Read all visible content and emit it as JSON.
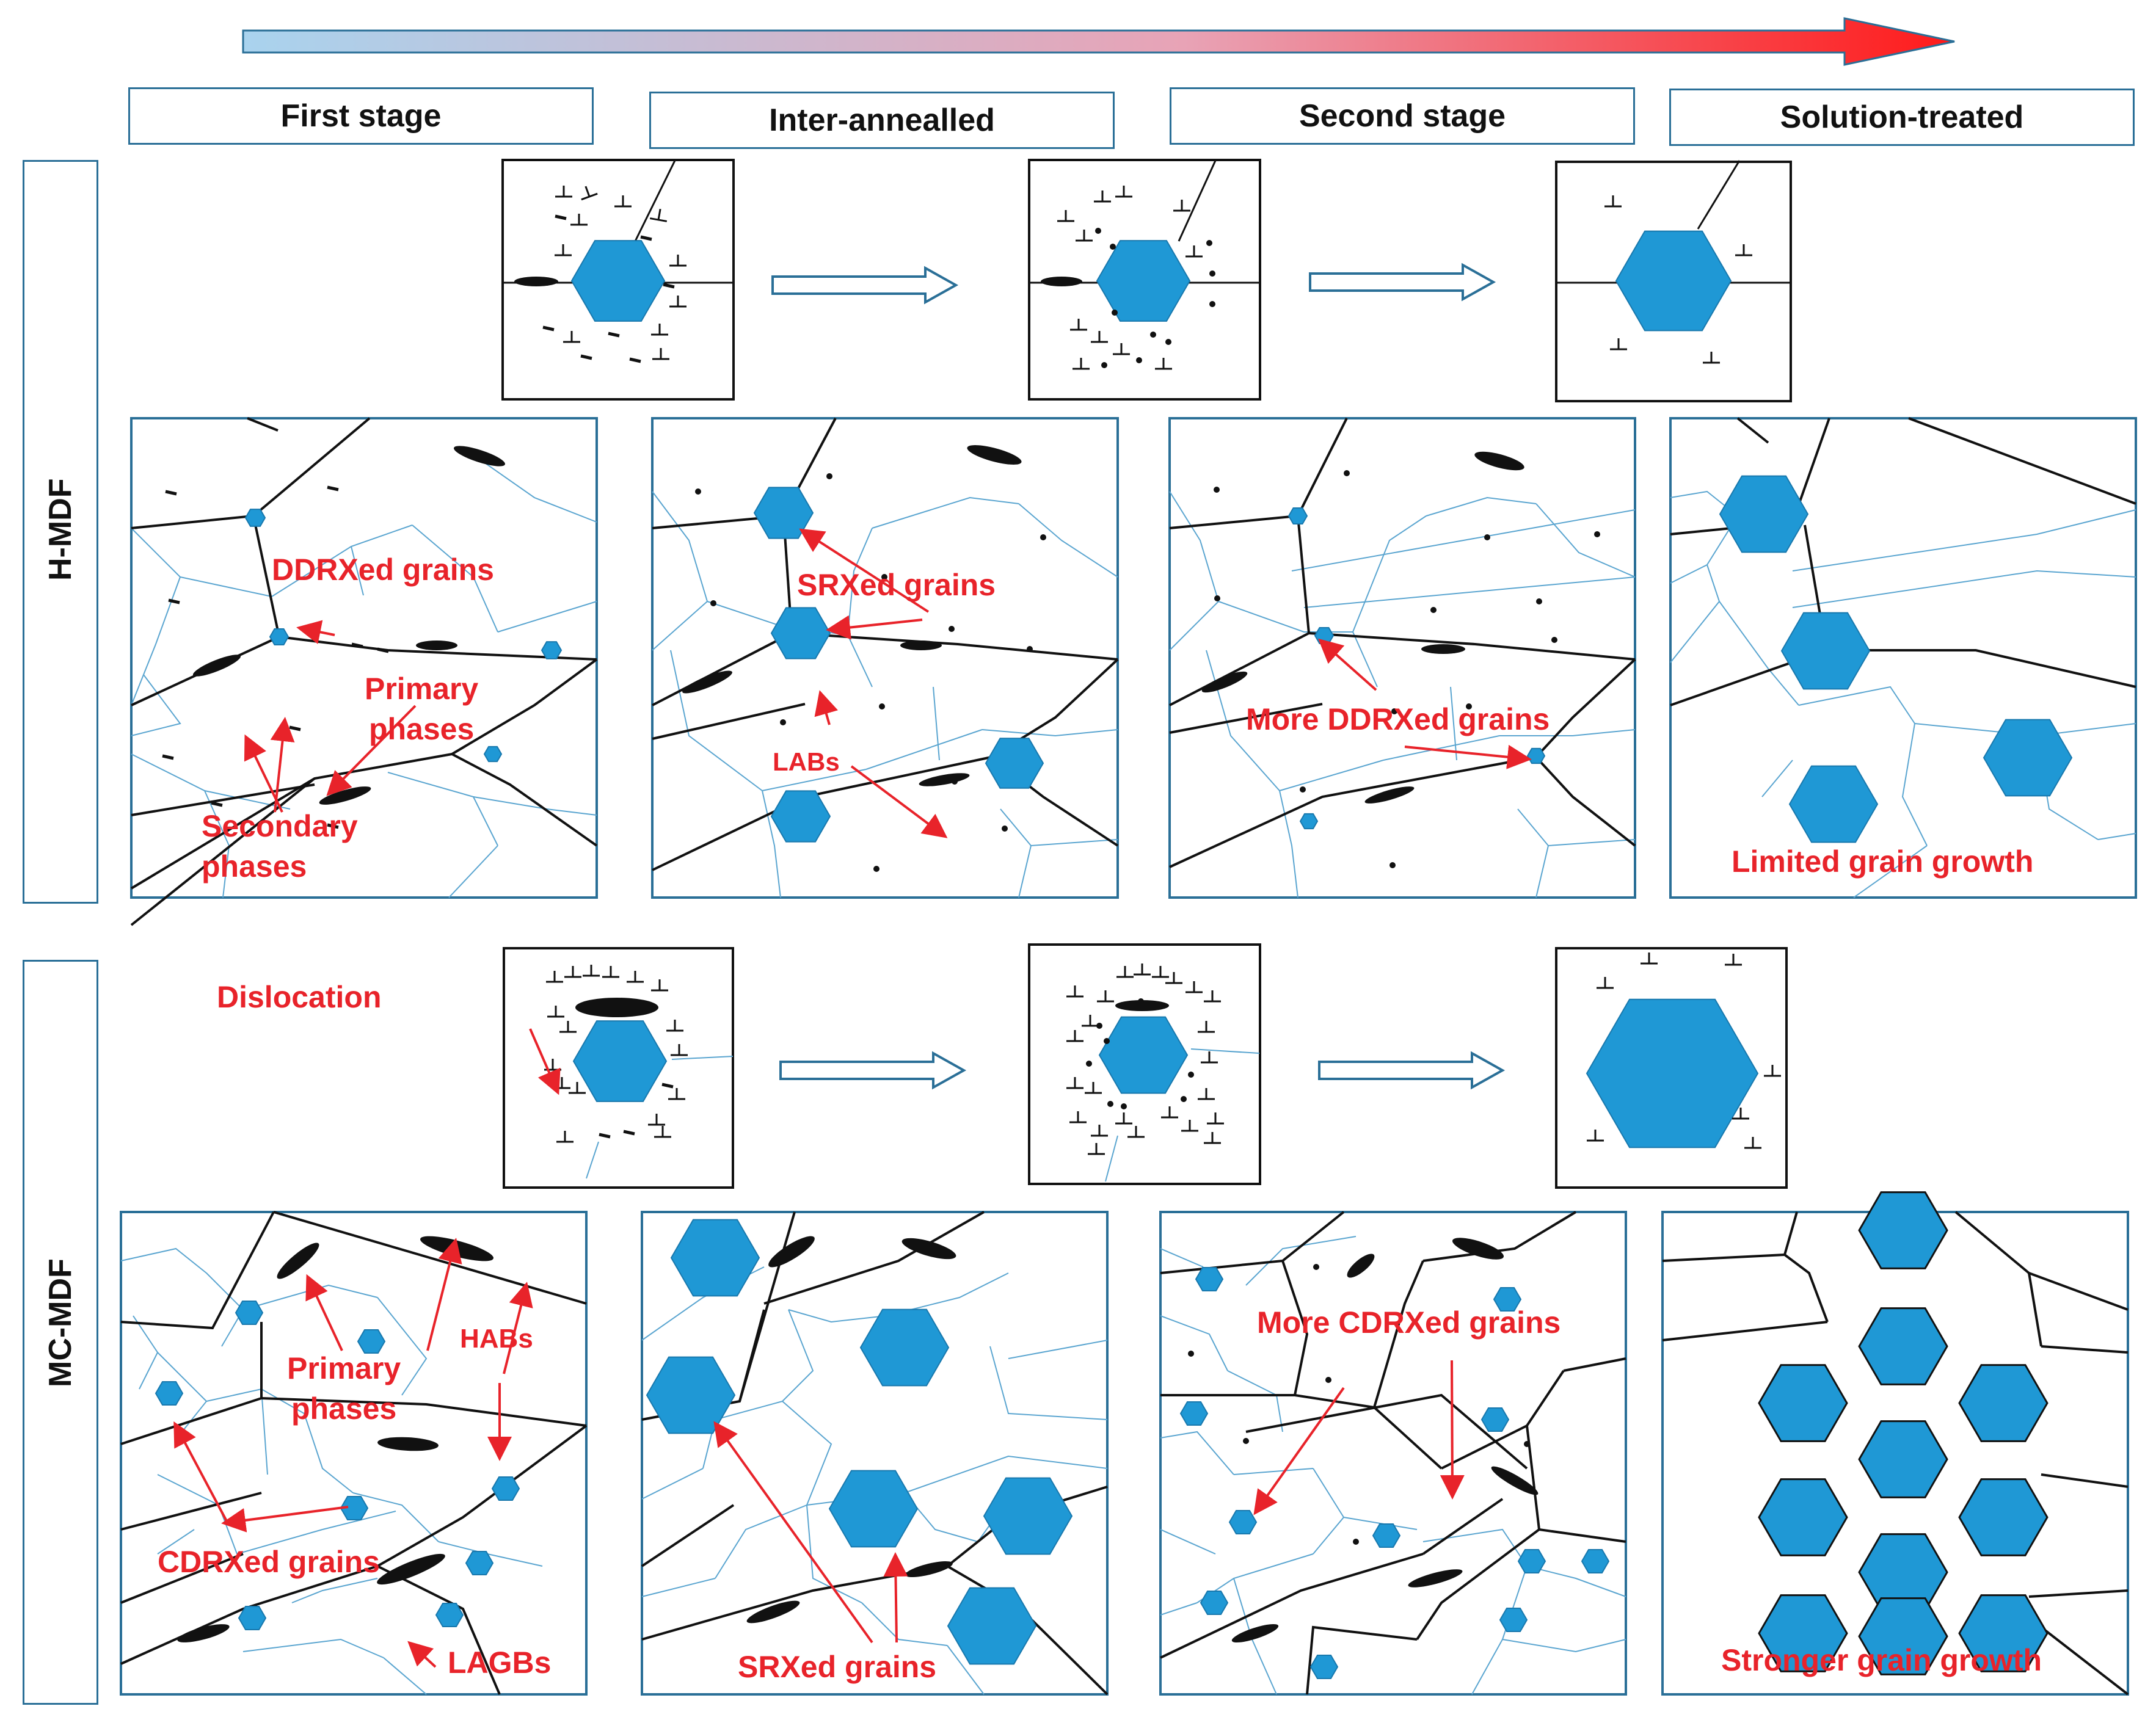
{
  "stages": [
    "First stage",
    "Inter-annealled",
    "Second stage",
    "Solution-treated"
  ],
  "rows": [
    "H-MDF",
    "MC-MDF"
  ],
  "annotations": {
    "ddrx": "DDRXed grains",
    "primary_top": "Primary\nphases",
    "secondary": "Secondary\nphases",
    "srx_top": "SRXed grains",
    "labs": "LABs",
    "more_ddrx": "More DDRXed grains",
    "limited": "Limited grain growth",
    "dislocation": "Dislocation",
    "primary_bottom": "Primary\nphases",
    "habs": "HABs",
    "cdrx": "CDRXed grains",
    "lagbs": "LAGBs",
    "srx_bottom": "SRXed grains",
    "more_cdrx": "More CDRXed grains",
    "stronger": "Stronger grain growth"
  },
  "colors": {
    "grain": "#1f98d5",
    "annotation": "#e8232a",
    "lagb": "#5aa5d0",
    "frame": "#2a6f97",
    "process_arrow_start": "#a9d3ee",
    "process_arrow_end": "#ff1a1a"
  }
}
